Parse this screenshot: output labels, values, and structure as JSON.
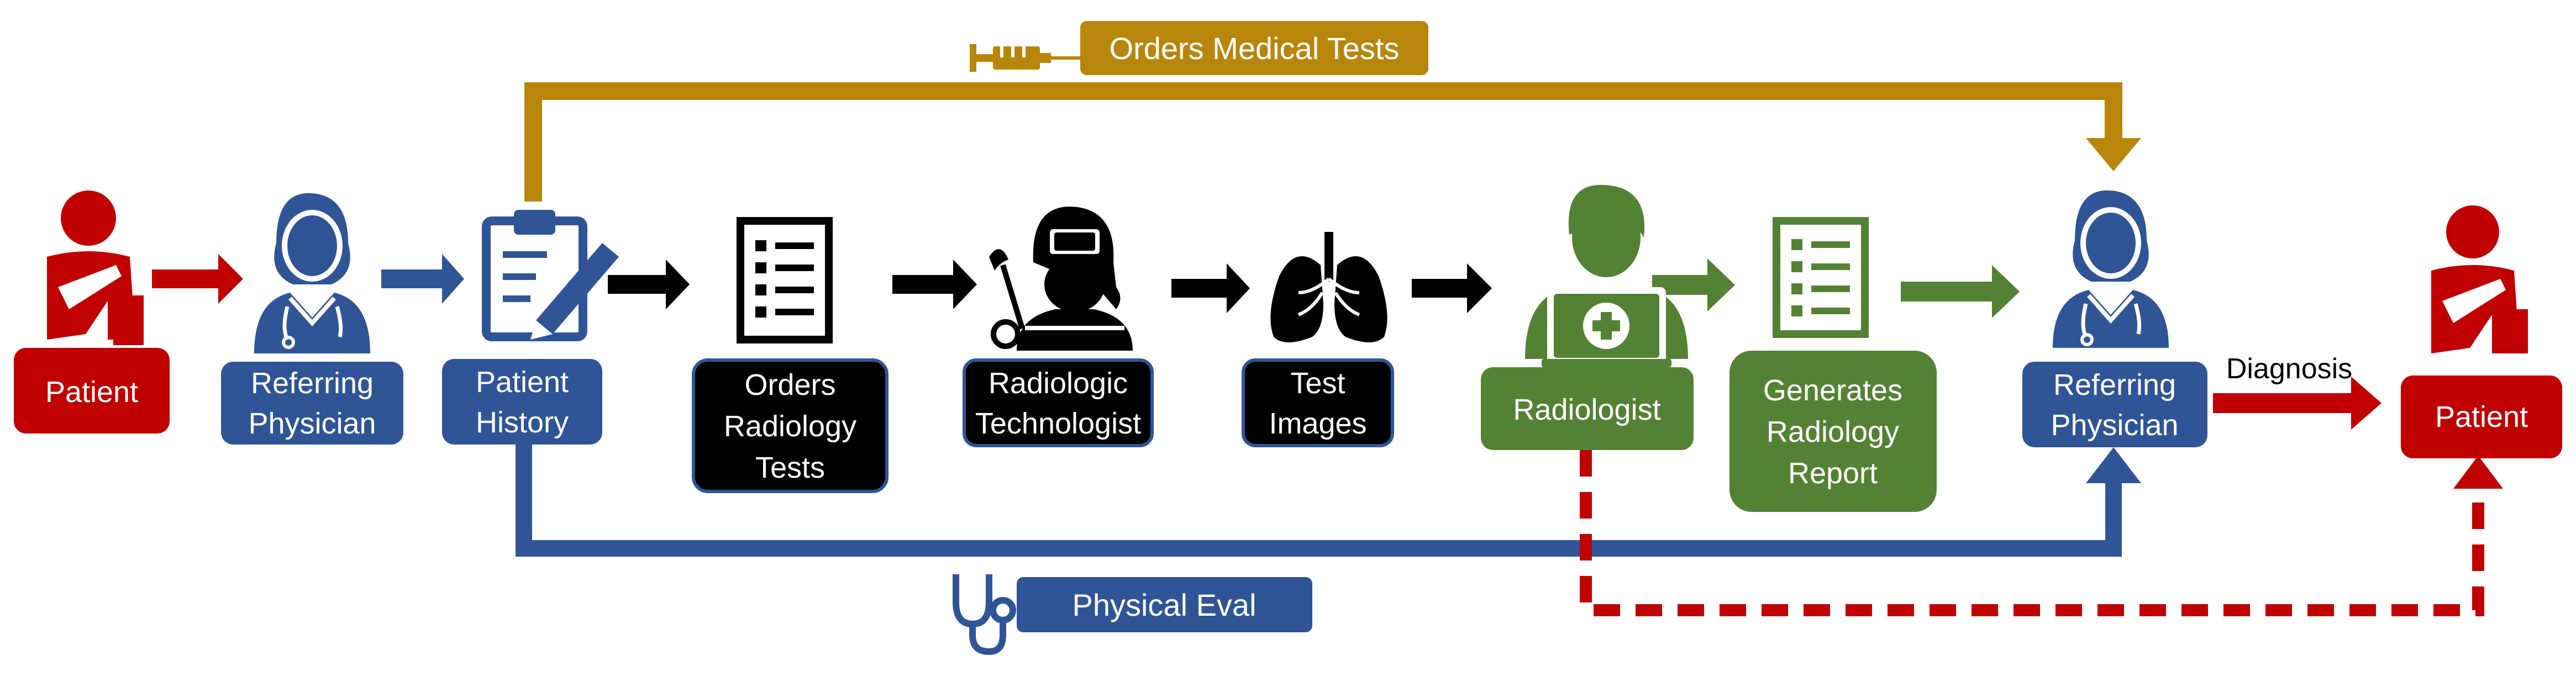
{
  "colors": {
    "red": "#C00000",
    "blue": "#2F5597",
    "gold": "#B8860B",
    "green": "#548235",
    "black": "#000000",
    "white": "#FFFFFF"
  },
  "nodes": [
    {
      "id": "patient-start",
      "lines": [
        "Patient"
      ],
      "icon": "injured-patient-icon",
      "color": "red"
    },
    {
      "id": "referring-physician-1",
      "lines": [
        "Referring",
        "Physician"
      ],
      "icon": "physician-icon",
      "color": "blue"
    },
    {
      "id": "patient-history",
      "lines": [
        "Patient",
        "History"
      ],
      "icon": "clipboard-pencil-icon",
      "color": "blue"
    },
    {
      "id": "orders-radiology-tests",
      "lines": [
        "Orders",
        "Radiology",
        "Tests"
      ],
      "icon": "checklist-icon",
      "color": "black"
    },
    {
      "id": "radiologic-technologist",
      "lines": [
        "Radiologic",
        "Technologist"
      ],
      "icon": "technologist-icon",
      "color": "black"
    },
    {
      "id": "test-images",
      "lines": [
        "Test",
        "Images"
      ],
      "icon": "lungs-icon",
      "color": "black"
    },
    {
      "id": "radiologist",
      "lines": [
        "Radiologist"
      ],
      "icon": "radiologist-laptop-icon",
      "color": "green"
    },
    {
      "id": "generates-radiology-report",
      "lines": [
        "Generates",
        "Radiology",
        "Report"
      ],
      "icon": "report-checklist-icon",
      "color": "green"
    },
    {
      "id": "referring-physician-2",
      "lines": [
        "Referring",
        "Physician"
      ],
      "icon": "physician-icon",
      "color": "blue"
    },
    {
      "id": "patient-end",
      "lines": [
        "Patient"
      ],
      "icon": "injured-patient-icon",
      "color": "red"
    }
  ],
  "edges": {
    "orders_medical_tests": "Orders Medical Tests",
    "physical_eval": "Physical Eval",
    "diagnosis": "Diagnosis"
  },
  "edge_icons": {
    "orders_medical_tests": "syringe-icon",
    "physical_eval": "stethoscope-icon"
  }
}
